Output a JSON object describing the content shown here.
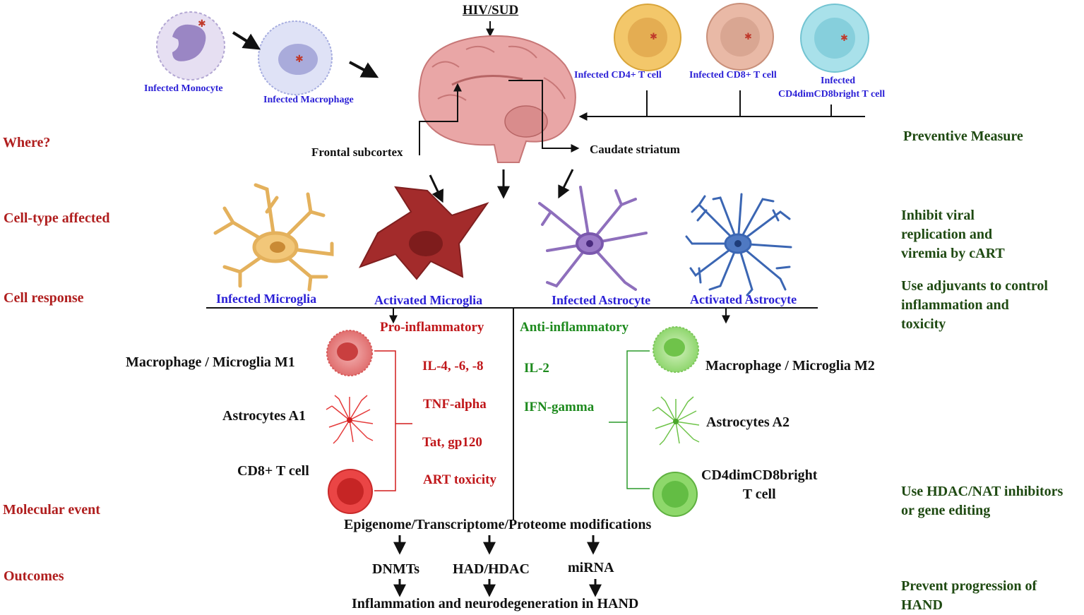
{
  "top": {
    "hiv_sud": "HIV/SUD",
    "infected_monocyte": "Infected Monocyte",
    "infected_macrophage": "Infected Macrophage",
    "infected_cd4": "Infected CD4+ T cell",
    "infected_cd8": "Infected CD8+ T cell",
    "infected_cd4dim_line1": "Infected",
    "infected_cd4dim_line2": "CD4dimCD8bright T cell",
    "frontal_subcortex": "Frontal subcortex",
    "caudate_striatum": "Caudate striatum"
  },
  "left_labels": {
    "where": "Where?",
    "cell_type": "Cell-type affected",
    "cell_response": "Cell response",
    "molecular_event": "Molecular event",
    "outcomes": "Outcomes"
  },
  "right_labels": {
    "preventive_measure": "Preventive Measure",
    "inhibit": "Inhibit viral\nreplication and\nviremia by cART",
    "adjuvants": "Use adjuvants to control\ninflammation and\ntoxicity",
    "hdac": "Use HDAC/NAT inhibitors\n or gene editing",
    "prevent": "Prevent progression of\nHAND"
  },
  "glia": {
    "infected_microglia": "Infected Microglia",
    "activated_microglia": "Activated Microglia",
    "infected_astrocyte": "Infected Astrocyte",
    "activated_astrocyte": "Activated Astrocyte"
  },
  "pro": {
    "title": "Pro-inflammatory",
    "items": [
      "IL-4, -6, -8",
      "TNF-alpha",
      "Tat, gp120",
      "ART toxicity"
    ],
    "cells": [
      "Macrophage / Microglia M1",
      "Astrocytes A1",
      "CD8+ T cell"
    ]
  },
  "anti": {
    "title": "Anti-inflammatory",
    "items": [
      "IL-2",
      "IFN-gamma"
    ],
    "cells": [
      "Macrophage / Microglia M2",
      "Astrocytes A2",
      "CD4dimCD8bright\nT cell"
    ]
  },
  "molecular": {
    "modifications": "Epigenome/Transcriptome/Proteome modifications",
    "outputs": [
      "DNMTs",
      "HAD/HDAC",
      "miRNA"
    ],
    "final": "Inflammation and neurodegeneration in HAND"
  },
  "colors": {
    "section_label": "#b01e1e",
    "pro": "#d21c1c",
    "anti": "#2a9a2a",
    "blue_label": "#2a1fd6",
    "measure": "#1f4a12"
  }
}
